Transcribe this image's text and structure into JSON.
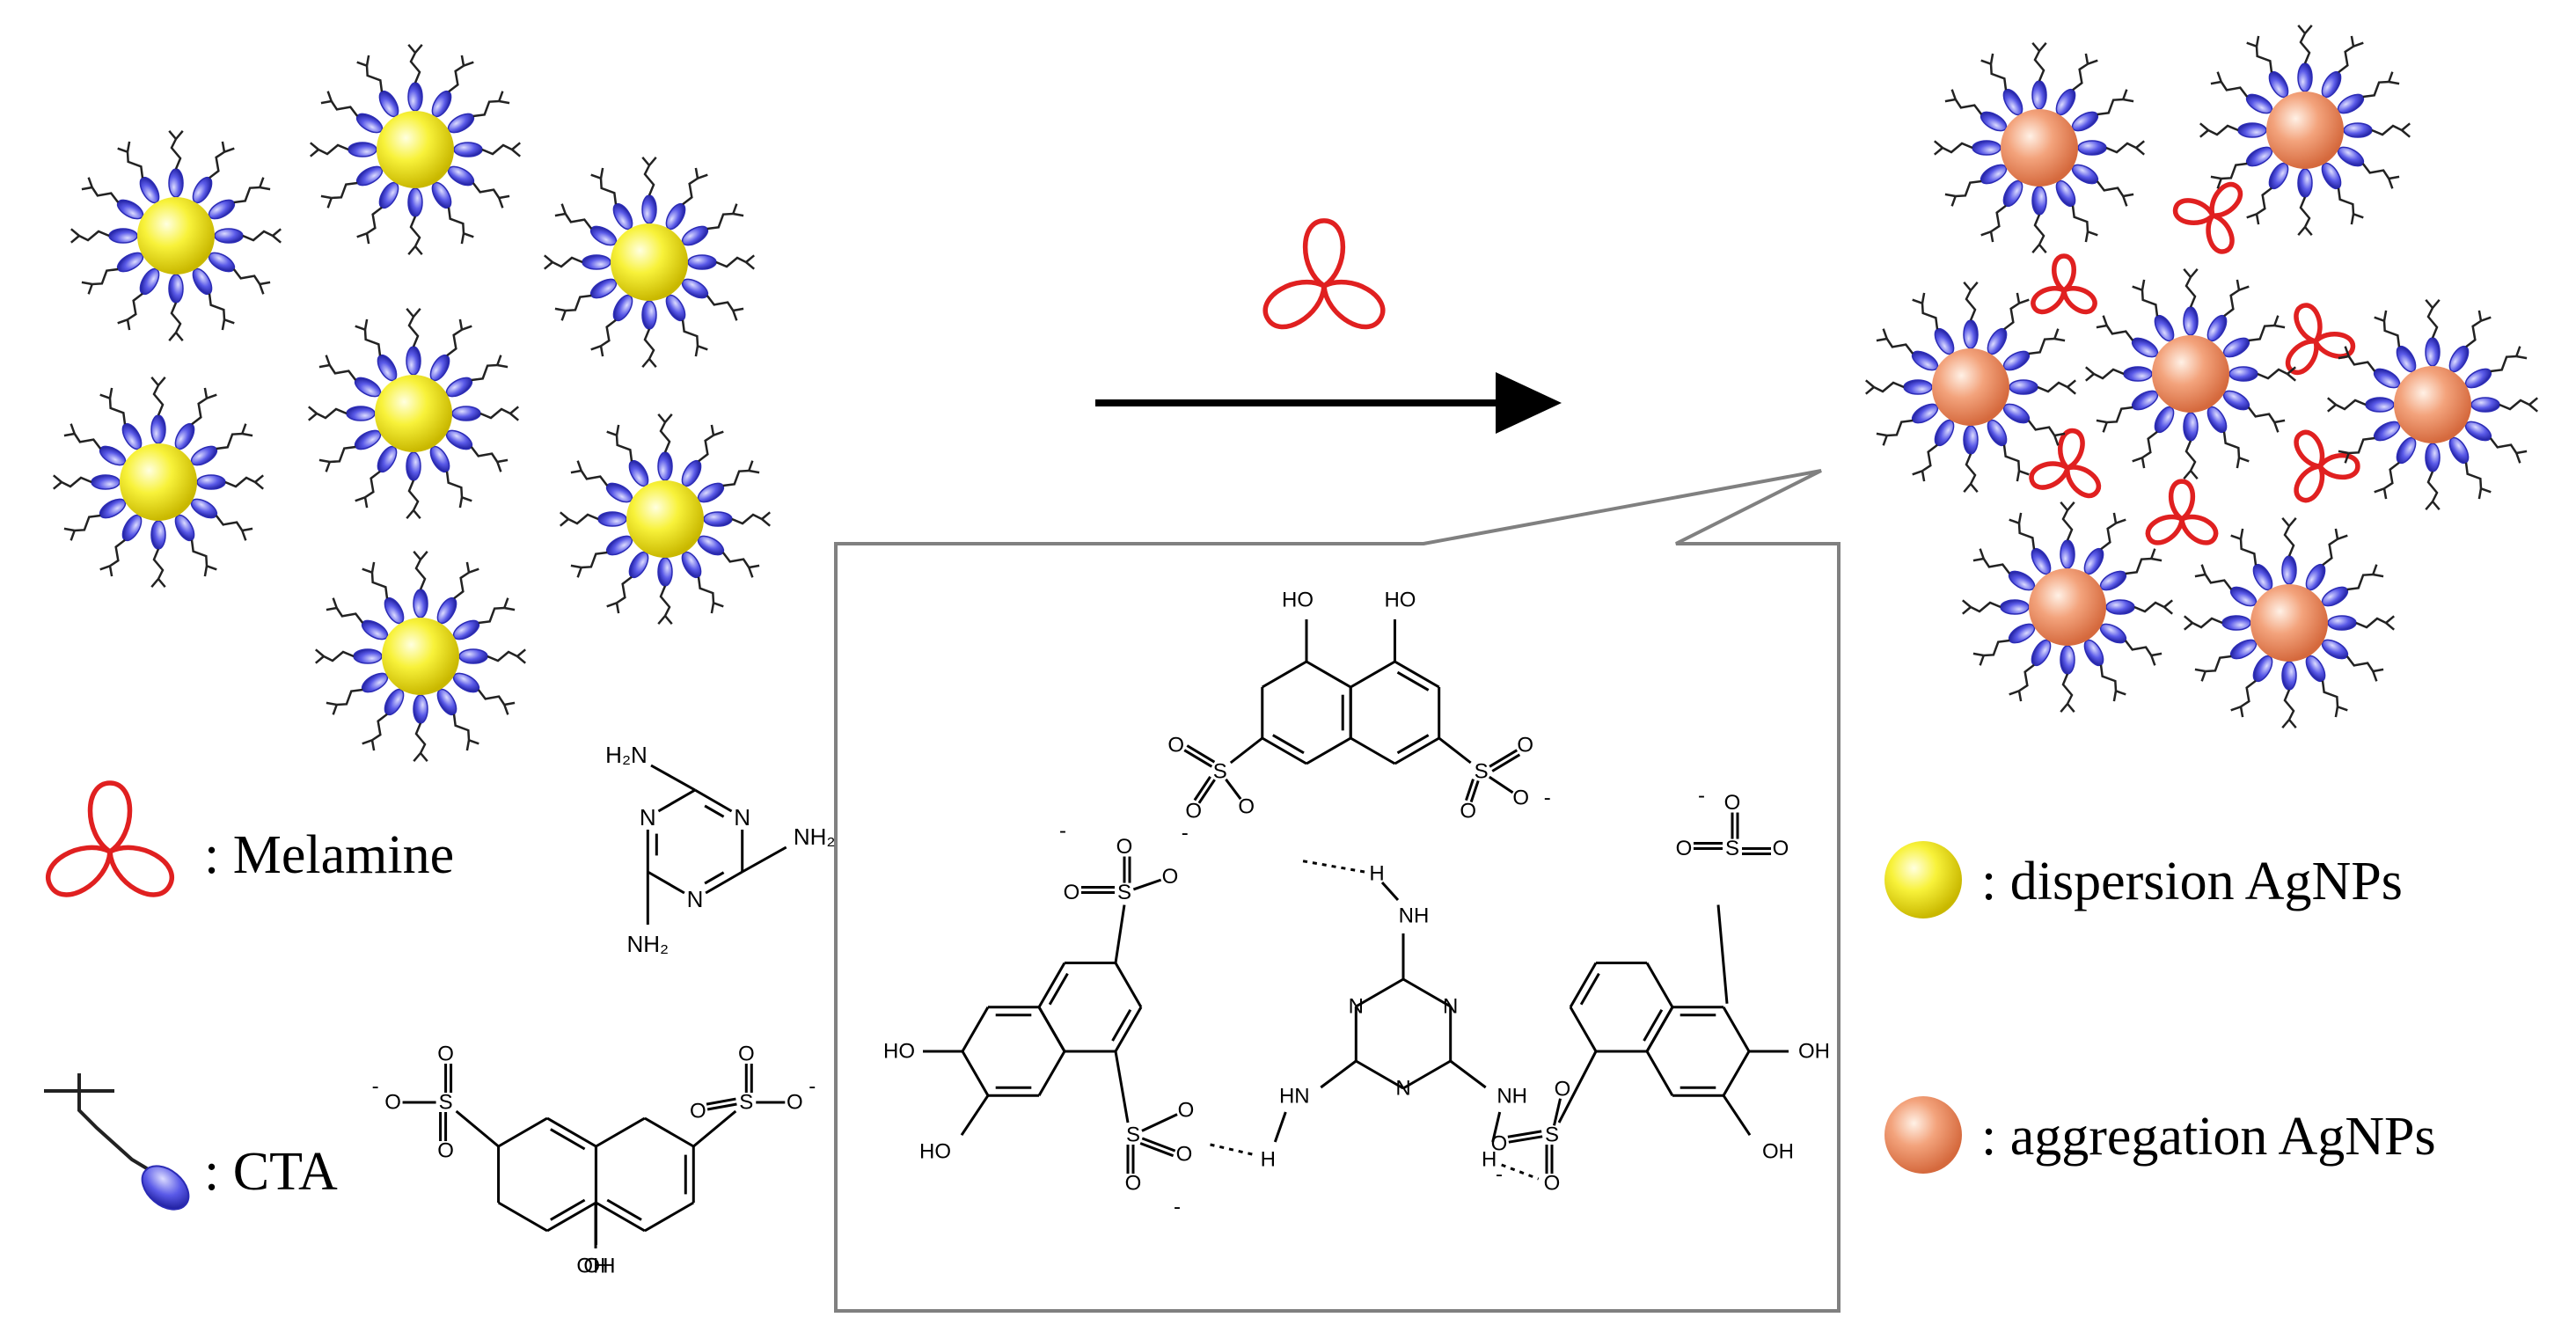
{
  "legend": {
    "melamine_label": ": Melamine",
    "cta_label": ": CTA",
    "dispersion_label": ": dispersion  AgNPs",
    "aggregation_label": ": aggregation AgNPs"
  },
  "chem_labels": {
    "H2N": "H₂N",
    "NH2": "NH₂",
    "NH": "NH",
    "HN": "HN",
    "OH": "OH",
    "HO": "HO",
    "H": "H",
    "O": "O",
    "S": "S",
    "minus": "-"
  },
  "colors": {
    "dispersion_particle": "#f5ee30",
    "aggregation_particle": "#f3a27c",
    "melamine_loop": "#e02020",
    "cta_bulb": "#4a4ae0",
    "arrow": "#000000",
    "callout_border": "#808080"
  },
  "icons": {
    "melamine": "trefoil-loop-icon",
    "cta": "ligand-tail-icon",
    "dispersion": "yellow-sphere-icon",
    "aggregation": "orange-sphere-icon",
    "arrow": "right-arrow-icon"
  }
}
